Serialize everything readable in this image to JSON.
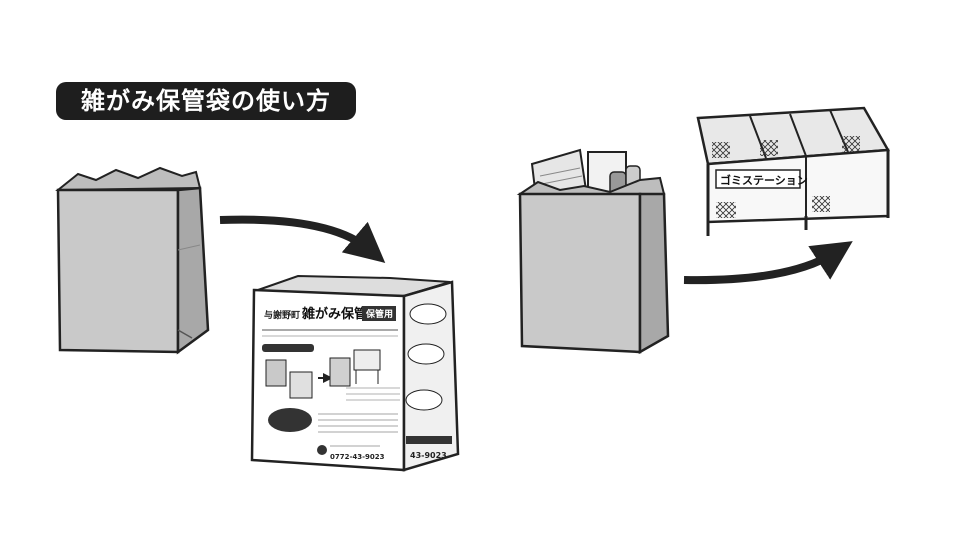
{
  "heading": {
    "title": "雑がみ保管袋の使い方"
  },
  "bag_label": {
    "town": "与謝野町",
    "product": "雑がみ保管袋",
    "badge": "保管用",
    "phone": "0772-43-9023",
    "phone_short": "43-9023"
  },
  "station": {
    "sign": "ゴミステーション"
  },
  "icons": [
    "paper-bag-icon",
    "arrow-icon",
    "filled-bag-icon",
    "garbage-station-icon"
  ]
}
